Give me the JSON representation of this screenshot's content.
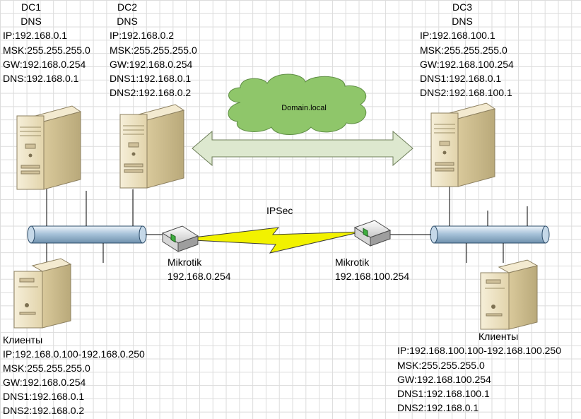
{
  "dc1": {
    "name": "DC1",
    "role": "DNS",
    "ip": "IP:192.168.0.1",
    "msk": "MSK:255.255.255.0",
    "gw": "GW:192.168.0.254",
    "dns": "DNS:192.168.0.1"
  },
  "dc2": {
    "name": "DC2",
    "role": "DNS",
    "ip": "IP:192.168.0.2",
    "msk": "MSK:255.255.255.0",
    "gw": "GW:192.168.0.254",
    "dns1": "DNS1:192.168.0.1",
    "dns2": "DNS2:192.168.0.2"
  },
  "dc3": {
    "name": "DC3",
    "role": "DNS",
    "ip": "IP:192.168.100.1",
    "msk": "MSK:255.255.255.0",
    "gw": "GW:192.168.100.254",
    "dns1": "DNS1:192.168.0.1",
    "dns2": "DNS2:192.168.100.1"
  },
  "domain": {
    "label": "Domain.local"
  },
  "vpn": {
    "label": "IPSec"
  },
  "router_left": {
    "name": "Mikrotik",
    "ip": "192.168.0.254"
  },
  "router_right": {
    "name": "Mikrotik",
    "ip": "192.168.100.254"
  },
  "clients_left": {
    "title": "Клиенты",
    "ip": "IP:192.168.0.100-192.168.0.250",
    "msk": "MSK:255.255.255.0",
    "gw": "GW:192.168.0.254",
    "dns1": "DNS1:192.168.0.1",
    "dns2": "DNS2:192.168.0.2"
  },
  "clients_right": {
    "title": "Клиенты",
    "ip": "IP:192.168.100.100-192.168.100.250",
    "msk": "MSK:255.255.255.0",
    "gw": "GW:192.168.100.254",
    "dns1": "DNS1:192.168.100.1",
    "dns2": "DNS2:192.168.0.1"
  },
  "colors": {
    "server_body": "#e9ddb9",
    "server_edge": "#a89a70",
    "bus_fill": "#a9c4da",
    "bus_stroke": "#2d4d6a",
    "cloud_fill": "#8fc66a",
    "cloud_stroke": "#5f8e45",
    "arrow_fill": "#dde8cf",
    "lightning": "#f2f200"
  }
}
